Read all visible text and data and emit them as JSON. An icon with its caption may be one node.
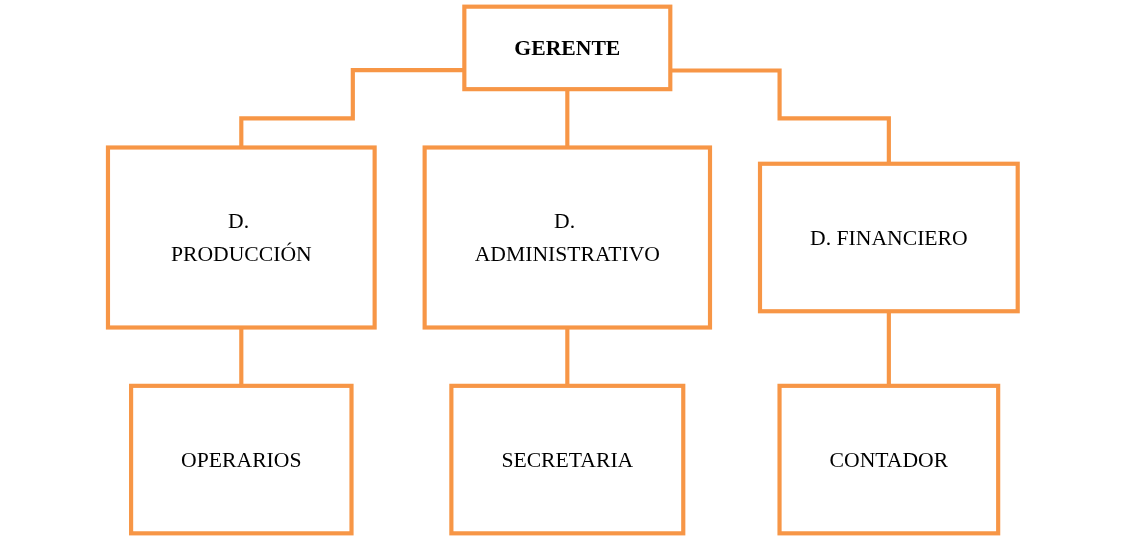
{
  "diagram": {
    "nodes": [
      {
        "text": [
          "GERENTE"
        ]
      },
      {
        "text": [
          "D. PRODUCCIÓN"
        ]
      },
      {
        "text": [
          "D. ADMINISTRATIVO"
        ]
      },
      {
        "text": [
          "D. FINANCIERO"
        ]
      },
      {
        "text": [
          "OPERARIOS"
        ]
      },
      {
        "text": [
          "SECRETARIA"
        ]
      },
      {
        "text": [
          "CONTADOR"
        ]
      }
    ],
    "edges": [
      {
        "from": 0,
        "to": 1,
        "arrow": "none"
      },
      {
        "from": 0,
        "to": 2,
        "arrow": "none"
      },
      {
        "from": 0,
        "to": 3,
        "arrow": "none"
      },
      {
        "from": 1,
        "to": 4,
        "arrow": "none"
      },
      {
        "from": 2,
        "to": 5,
        "arrow": "none"
      },
      {
        "from": 3,
        "to": 6,
        "arrow": "none"
      }
    ]
  }
}
